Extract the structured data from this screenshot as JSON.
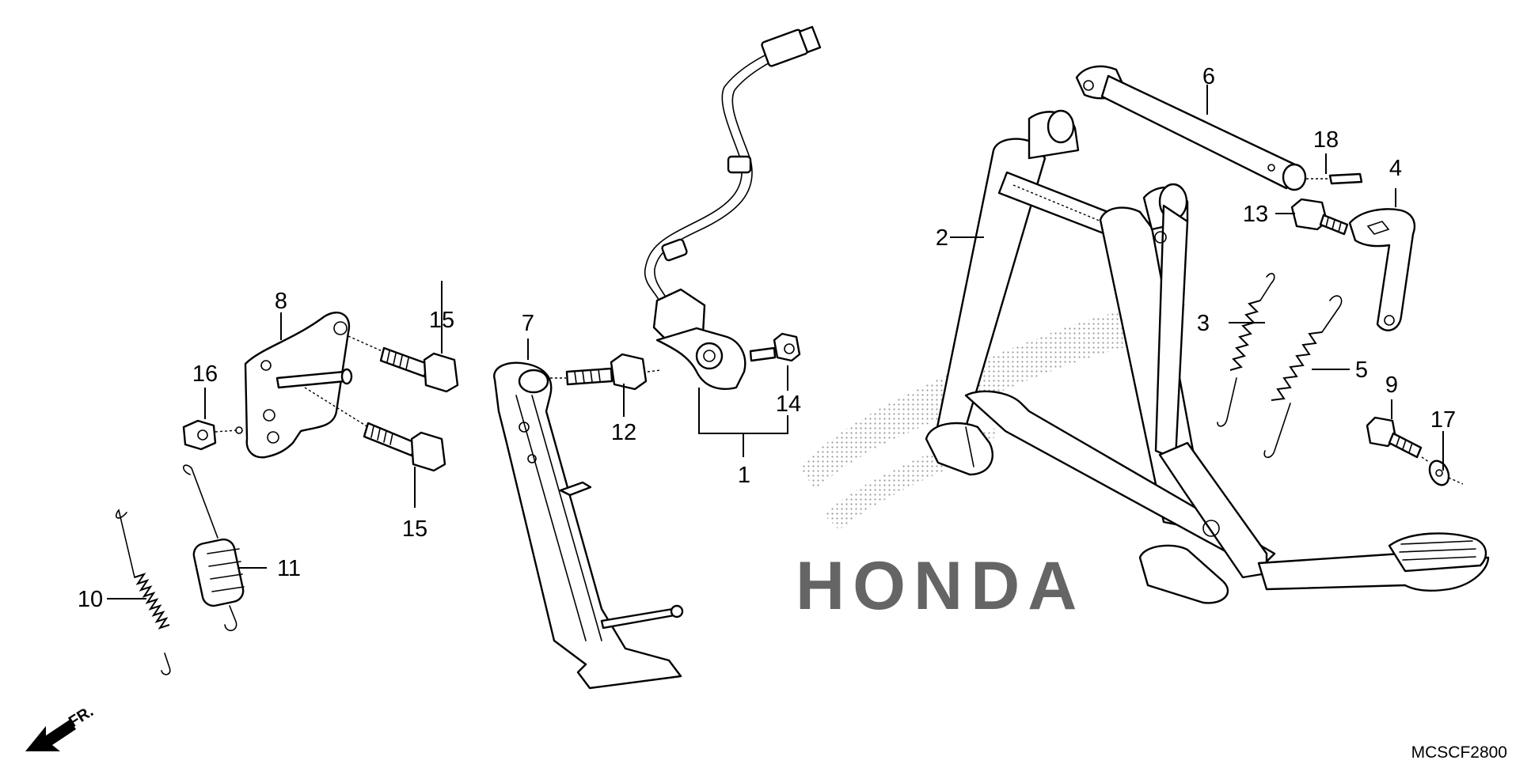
{
  "diagram": {
    "reference_code": "MCSCF2800",
    "watermark": "HONDA",
    "direction_label": "FR.",
    "callouts": [
      {
        "id": "c1",
        "label": "1"
      },
      {
        "id": "c2",
        "label": "2"
      },
      {
        "id": "c3",
        "label": "3"
      },
      {
        "id": "c4",
        "label": "4"
      },
      {
        "id": "c5",
        "label": "5"
      },
      {
        "id": "c6",
        "label": "6"
      },
      {
        "id": "c7",
        "label": "7"
      },
      {
        "id": "c8",
        "label": "8"
      },
      {
        "id": "c9",
        "label": "9"
      },
      {
        "id": "c10",
        "label": "10"
      },
      {
        "id": "c11",
        "label": "11"
      },
      {
        "id": "c12",
        "label": "12"
      },
      {
        "id": "c13",
        "label": "13"
      },
      {
        "id": "c14",
        "label": "14"
      },
      {
        "id": "c15a",
        "label": "15"
      },
      {
        "id": "c15b",
        "label": "15"
      },
      {
        "id": "c16",
        "label": "16"
      },
      {
        "id": "c17",
        "label": "17"
      },
      {
        "id": "c18",
        "label": "18"
      }
    ]
  }
}
